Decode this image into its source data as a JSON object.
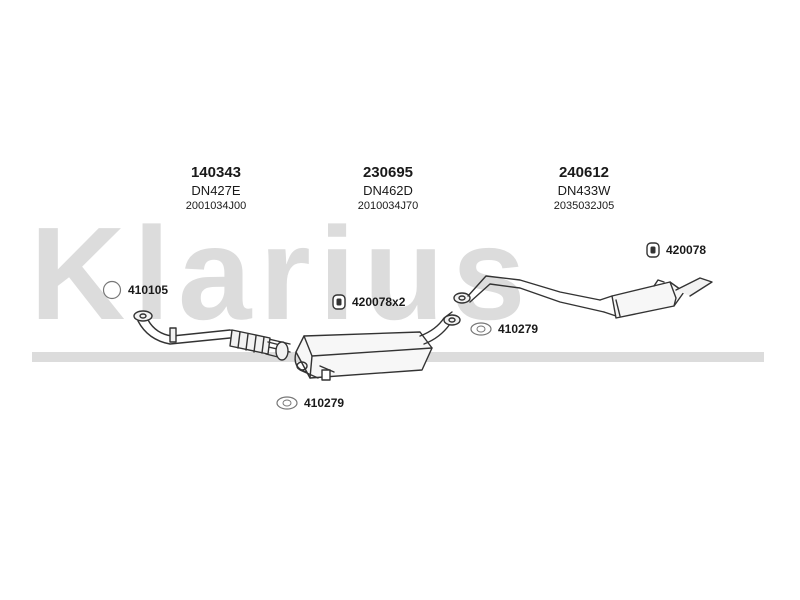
{
  "watermark": "Klarius",
  "parts": [
    {
      "number": "140343",
      "code": "DN427E",
      "ref": "2001034J00"
    },
    {
      "number": "230695",
      "code": "DN462D",
      "ref": "2010034J70"
    },
    {
      "number": "240612",
      "code": "DN433W",
      "ref": "2035032J05"
    }
  ],
  "accessories": [
    {
      "label": "410105",
      "icon": "round-gasket-icon"
    },
    {
      "label": "420078x2",
      "icon": "rubber-mount-icon"
    },
    {
      "label": "410279",
      "icon": "oval-gasket-icon"
    },
    {
      "label": "420078",
      "icon": "rubber-mount-icon"
    },
    {
      "label": "410279",
      "icon": "oval-gasket-icon"
    }
  ],
  "colors": {
    "line": "#333333",
    "watermark": "#dcdcdc",
    "pipe_fill": "#f2f2f2"
  }
}
